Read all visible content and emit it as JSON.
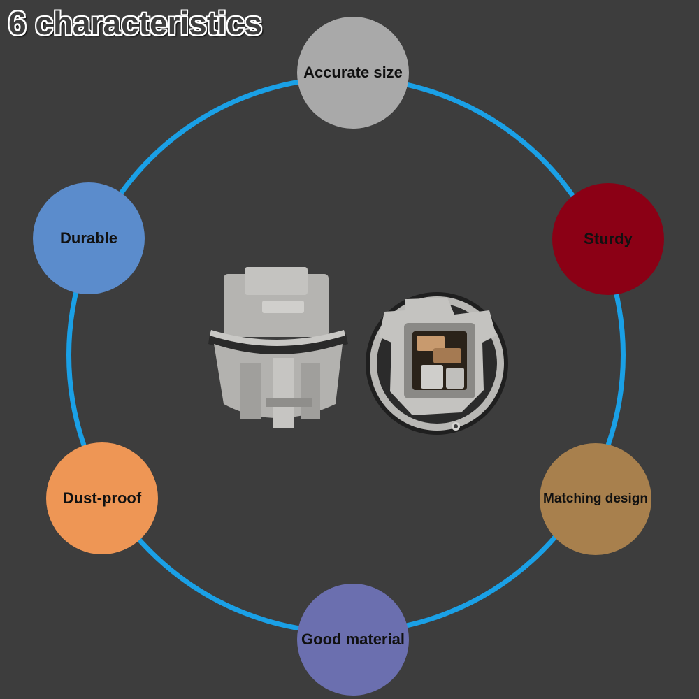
{
  "title": "6 characteristics",
  "features": [
    {
      "label": "Accurate size",
      "color": "#a9a9a9"
    },
    {
      "label": "Sturdy",
      "color": "#8b0015"
    },
    {
      "label": "Matching design",
      "color": "#a8804d"
    },
    {
      "label": "Good material",
      "color": "#6b6faf"
    },
    {
      "label": "Dust-proof",
      "color": "#ee9655"
    },
    {
      "label": "Durable",
      "color": "#5b8ccc"
    }
  ],
  "colors": {
    "background": "#3d3d3d",
    "ring": "#1aa0e6",
    "socket": "#b8b8b6"
  }
}
